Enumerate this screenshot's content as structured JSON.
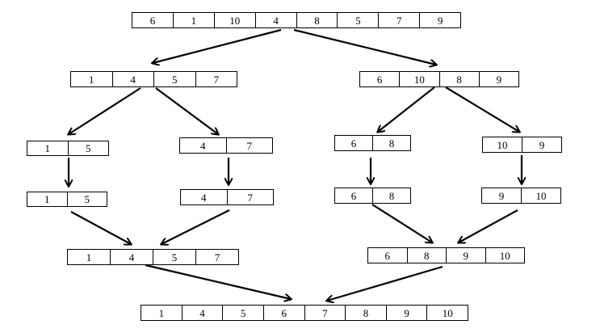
{
  "diagram": {
    "levels": {
      "initial": [
        6,
        1,
        10,
        4,
        8,
        5,
        7,
        9
      ],
      "split_left": [
        1,
        4,
        5,
        7
      ],
      "split_right": [
        6,
        10,
        8,
        9
      ],
      "pair_a": [
        1,
        5
      ],
      "pair_b": [
        4,
        7
      ],
      "pair_c": [
        6,
        8
      ],
      "pair_d": [
        10,
        9
      ],
      "sorted_a": [
        1,
        5
      ],
      "sorted_b": [
        4,
        7
      ],
      "sorted_c": [
        6,
        8
      ],
      "sorted_d": [
        9,
        10
      ],
      "merged_left": [
        1,
        4,
        5,
        7
      ],
      "merged_right": [
        6,
        8,
        9,
        10
      ],
      "final": [
        1,
        4,
        5,
        6,
        7,
        8,
        9,
        10
      ]
    }
  }
}
